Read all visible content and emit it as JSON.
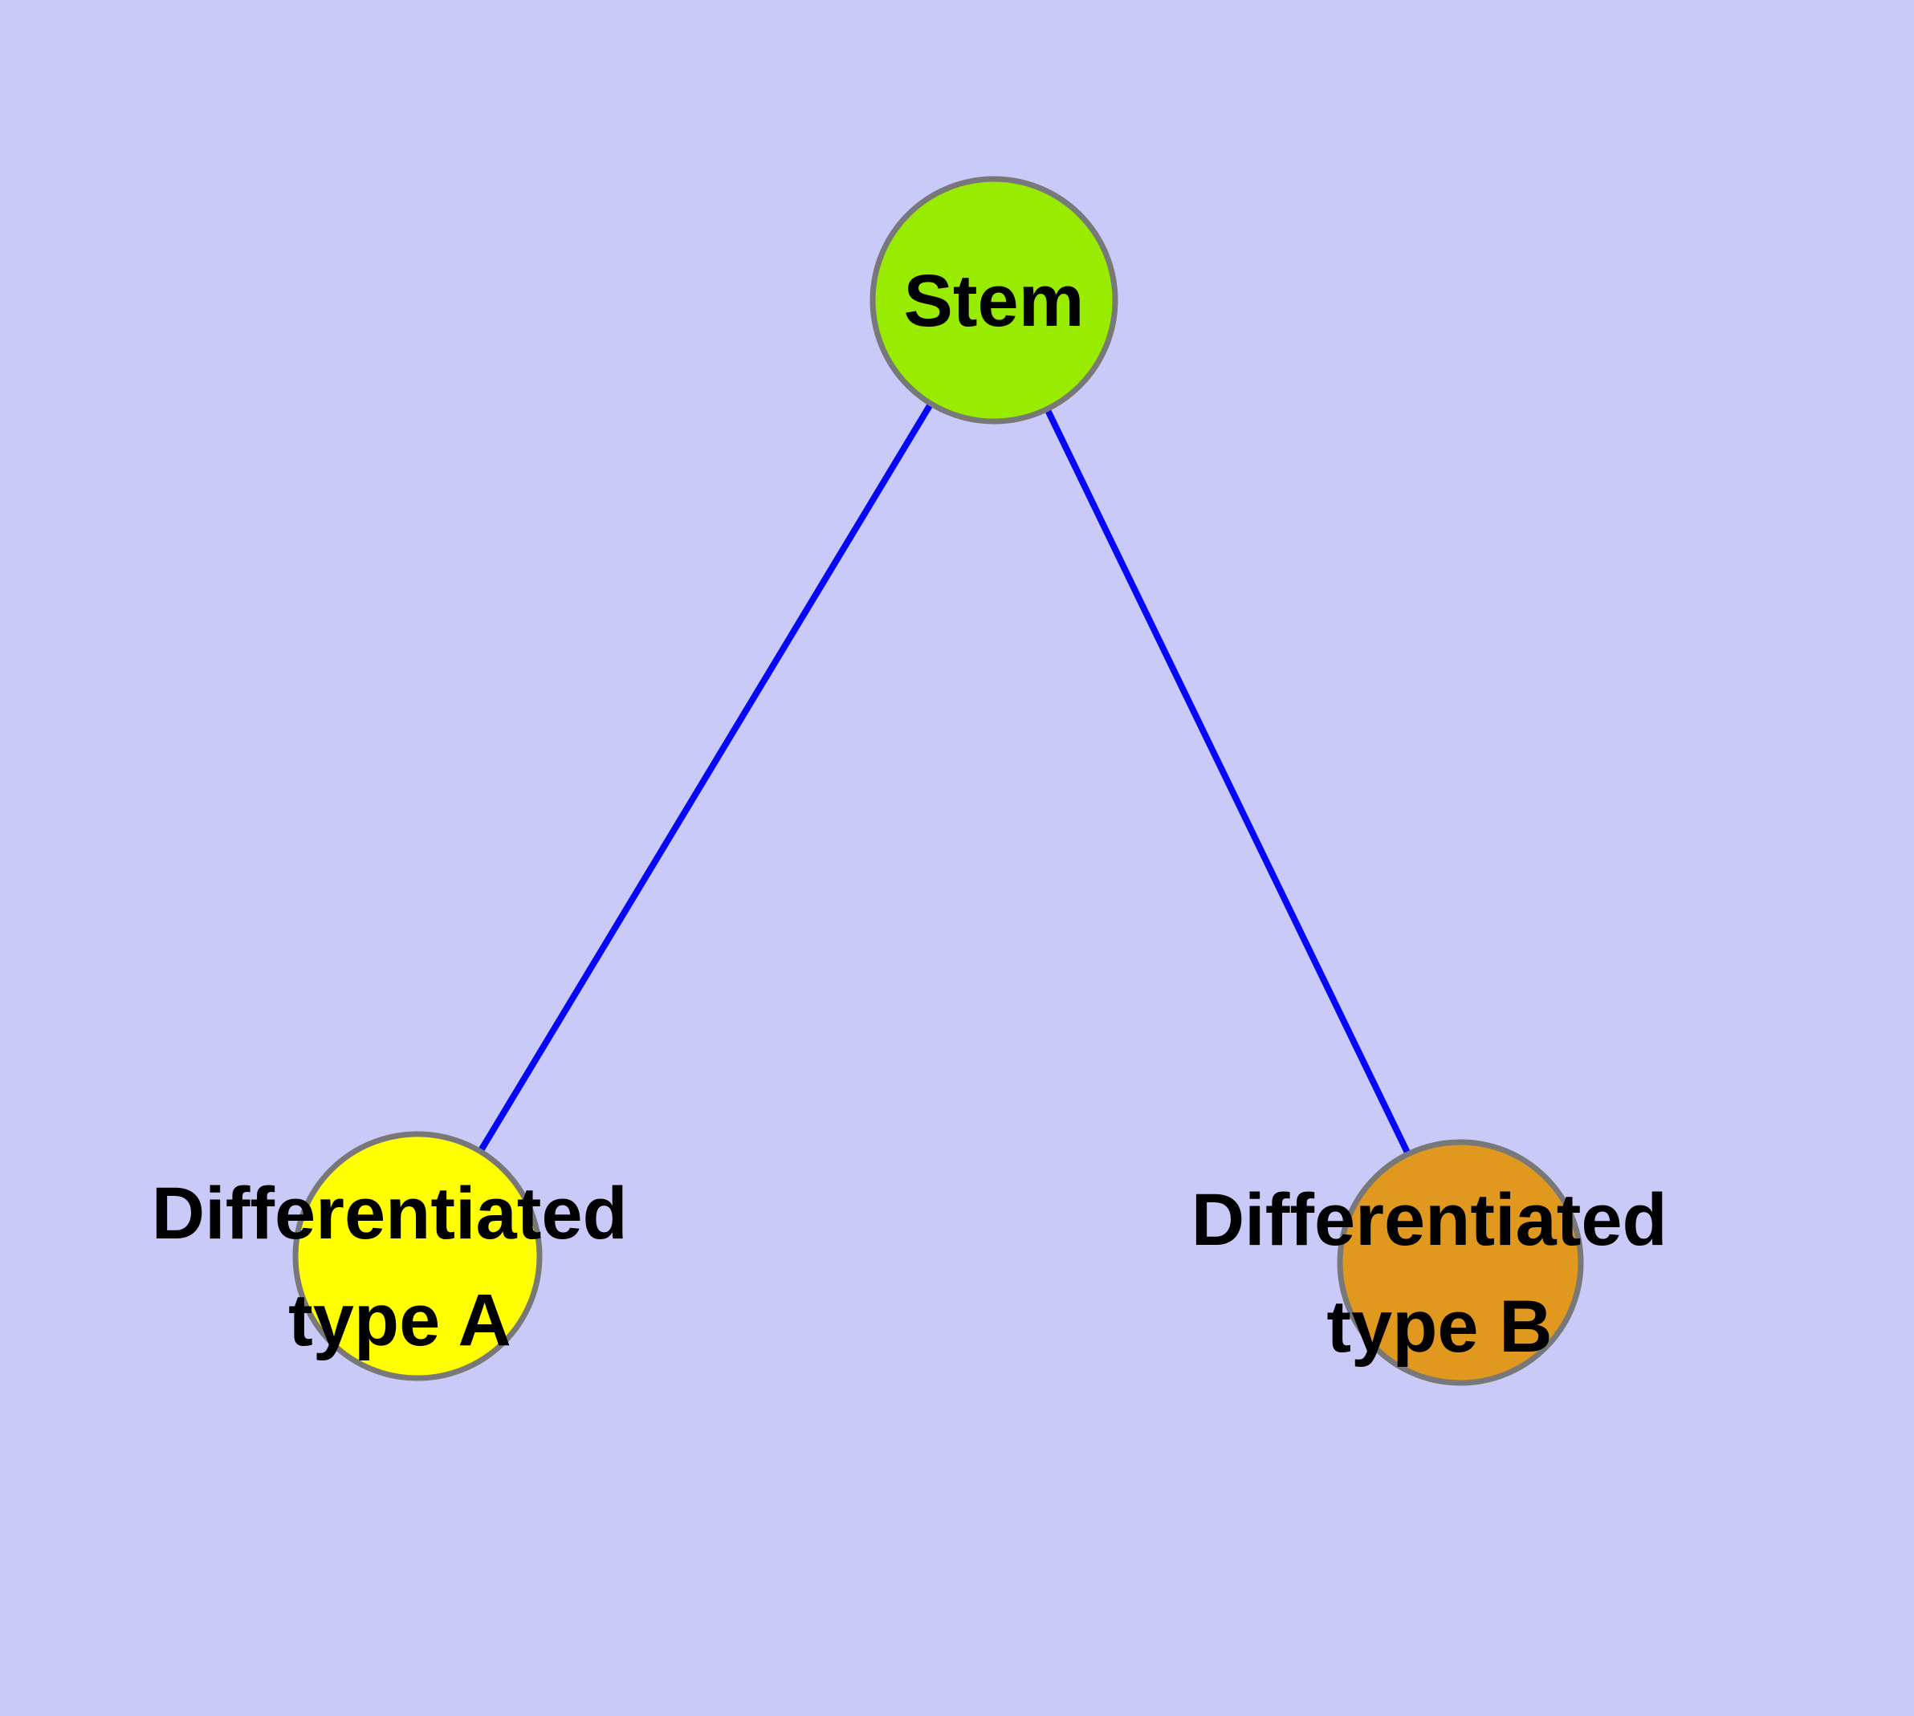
{
  "theme": {
    "background": "#cacaf8",
    "node_border": "#787878",
    "edge": "#0606fa",
    "label_color": "#000000"
  },
  "nodes": [
    {
      "id": "stem",
      "label": "Stem",
      "fill": "#99ec00"
    },
    {
      "id": "differentiated-type-a",
      "label_line1": "Differentiated",
      "label_line2": "type A",
      "fill": "#ffff00"
    },
    {
      "id": "differentiated-type-b",
      "label_line1": "Differentiated",
      "label_line2": "type B",
      "fill": "#e0981e"
    }
  ],
  "edges": [
    {
      "from": "stem",
      "to": "differentiated-type-a"
    },
    {
      "from": "stem",
      "to": "differentiated-type-b"
    }
  ]
}
